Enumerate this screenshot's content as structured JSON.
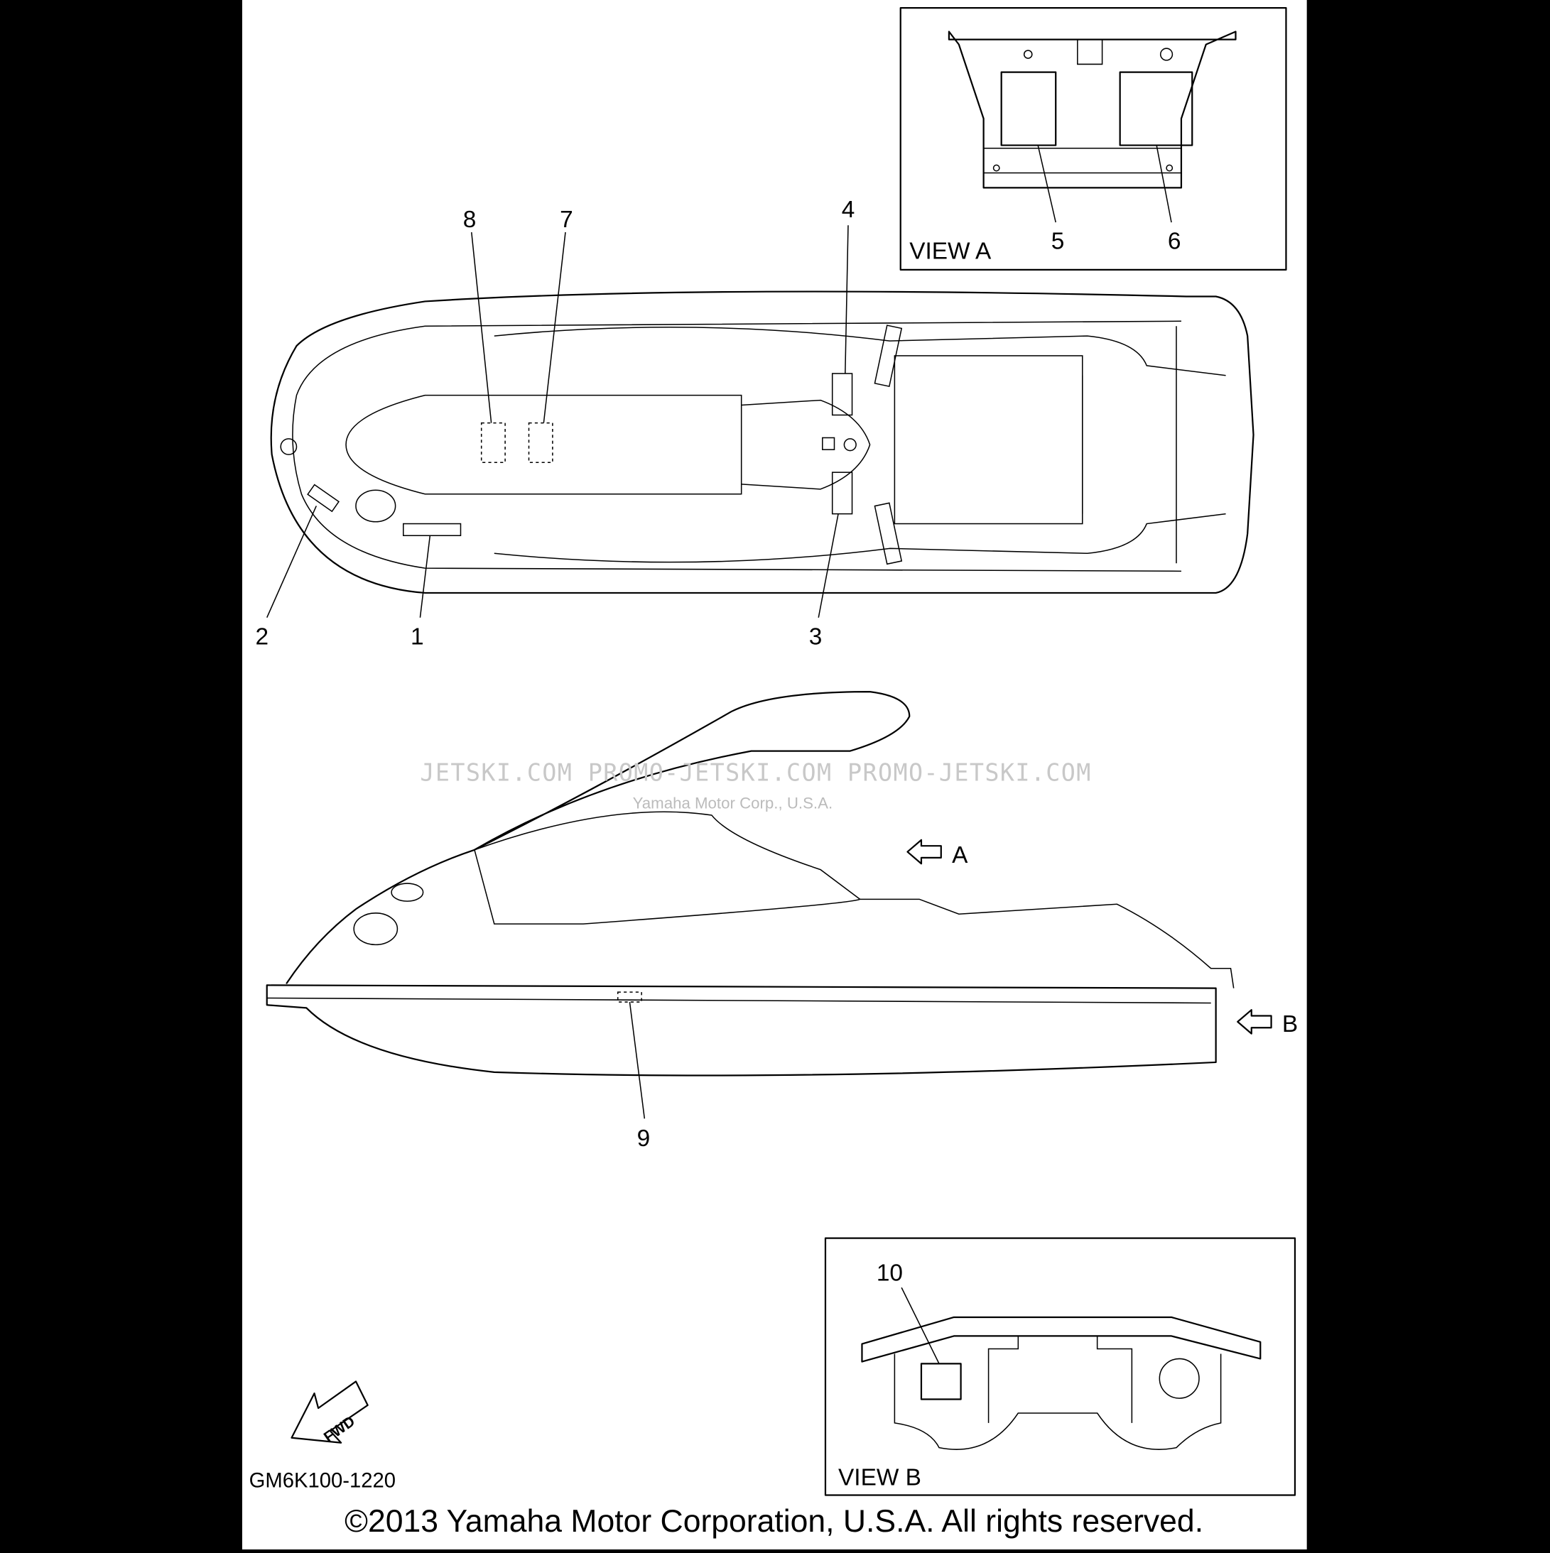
{
  "callouts": [
    "1",
    "2",
    "3",
    "4",
    "5",
    "6",
    "7",
    "8",
    "9",
    "10"
  ],
  "views": {
    "a_label": "VIEW A",
    "b_label": "VIEW B",
    "arrow_a": "A",
    "arrow_b": "B"
  },
  "fwd_label": "FWD",
  "part_code": "GM6K100-1220",
  "copyright": "©2013 Yamaha Motor Corporation, U.S.A. All rights reserved.",
  "watermark": "JETSKI.COM   PROMO-JETSKI.COM   PROMO-JETSKI.COM",
  "watermark_overlay": "Yamaha Motor Corp., U.S.A."
}
